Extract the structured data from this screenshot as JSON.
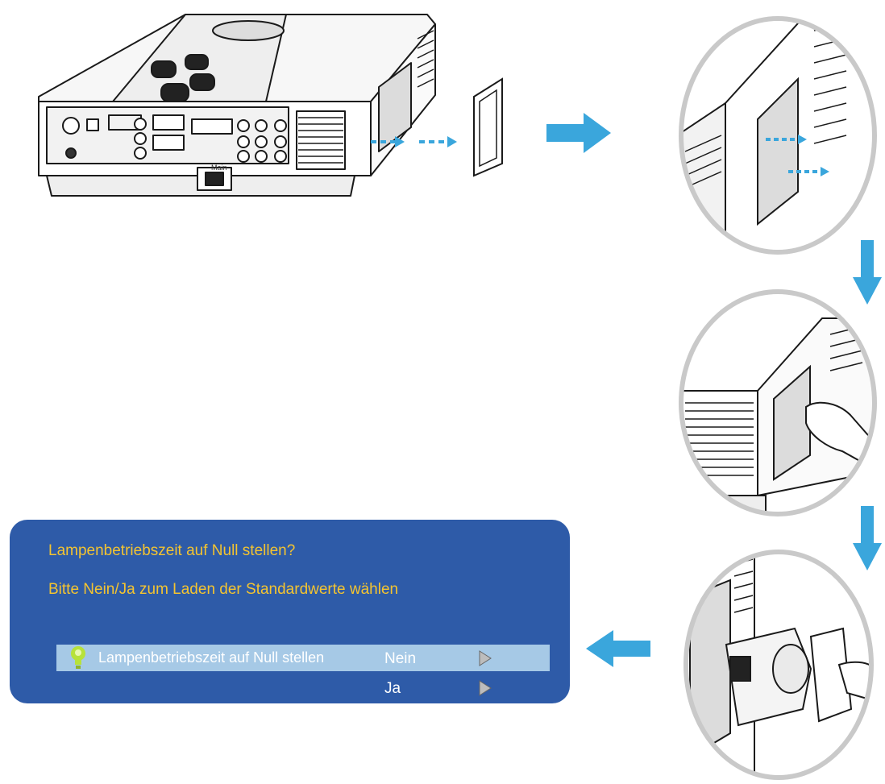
{
  "dialog": {
    "title": "Lampenbetriebszeit auf Null stellen?",
    "subtitle": "Bitte Nein/Ja zum Laden der Standardwerte wählen",
    "item_label": "Lampenbetriebszeit auf Null stellen",
    "options": [
      "Nein",
      "Ja"
    ],
    "selected_option": "Nein"
  },
  "projector": {
    "lamp_cover_label": "Main"
  },
  "colors": {
    "dialog_background": "#2e5ba8",
    "dialog_text": "#f4c430",
    "highlight_row": "#a6c9e6",
    "arrow": "#3aa6dc",
    "circle_border": "#c9c9c9"
  }
}
